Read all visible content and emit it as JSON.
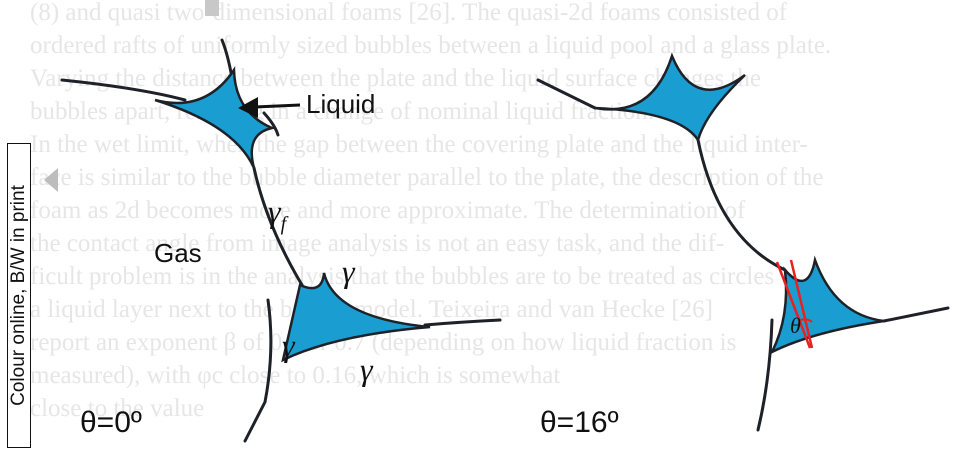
{
  "background_text": [
    "(8) and quasi two-dimensional foams [26]. The quasi-2d foams consisted of",
    "ordered rafts of uniformly sized bubbles between a liquid pool and a glass plate.",
    "Varying the distance between the plate and the liquid surface changes the",
    "bubbles apart, resulting in a change of nominal liquid fraction.",
    "In the wet limit, when the gap between the covering plate and the liquid inter-",
    "face is similar to the bubble diameter parallel to the plate, the description of the",
    "foam as 2d becomes more and more approximate. The determination of",
    "the contact angle from image analysis is not an easy task, and the dif-",
    "ficult problem is in the analysis that the bubbles are to be treated as circles",
    "a liquid layer next to the bubble model. Teixeira and van Hecke [26]",
    "report an exponent β of 0.5 or 0.7 (depending on how liquid fraction is",
    "measured), with φc close to 0.16, which is somewhat",
    "close to the value"
  ],
  "side_note": "Colour online, B/W in print",
  "colors": {
    "liquid": "#1a9ed2",
    "film": "#1e2228",
    "angle": "#e8201f"
  },
  "labels": {
    "liquid": "Liquid",
    "gas": "Gas",
    "gamma_f": "γ",
    "gamma_f_sub": "f",
    "gamma_1": "γ",
    "gamma_2": "γ",
    "gamma_3": "γ",
    "theta": "θ",
    "angle_left": "θ=0º",
    "angle_right": "θ=16º"
  }
}
